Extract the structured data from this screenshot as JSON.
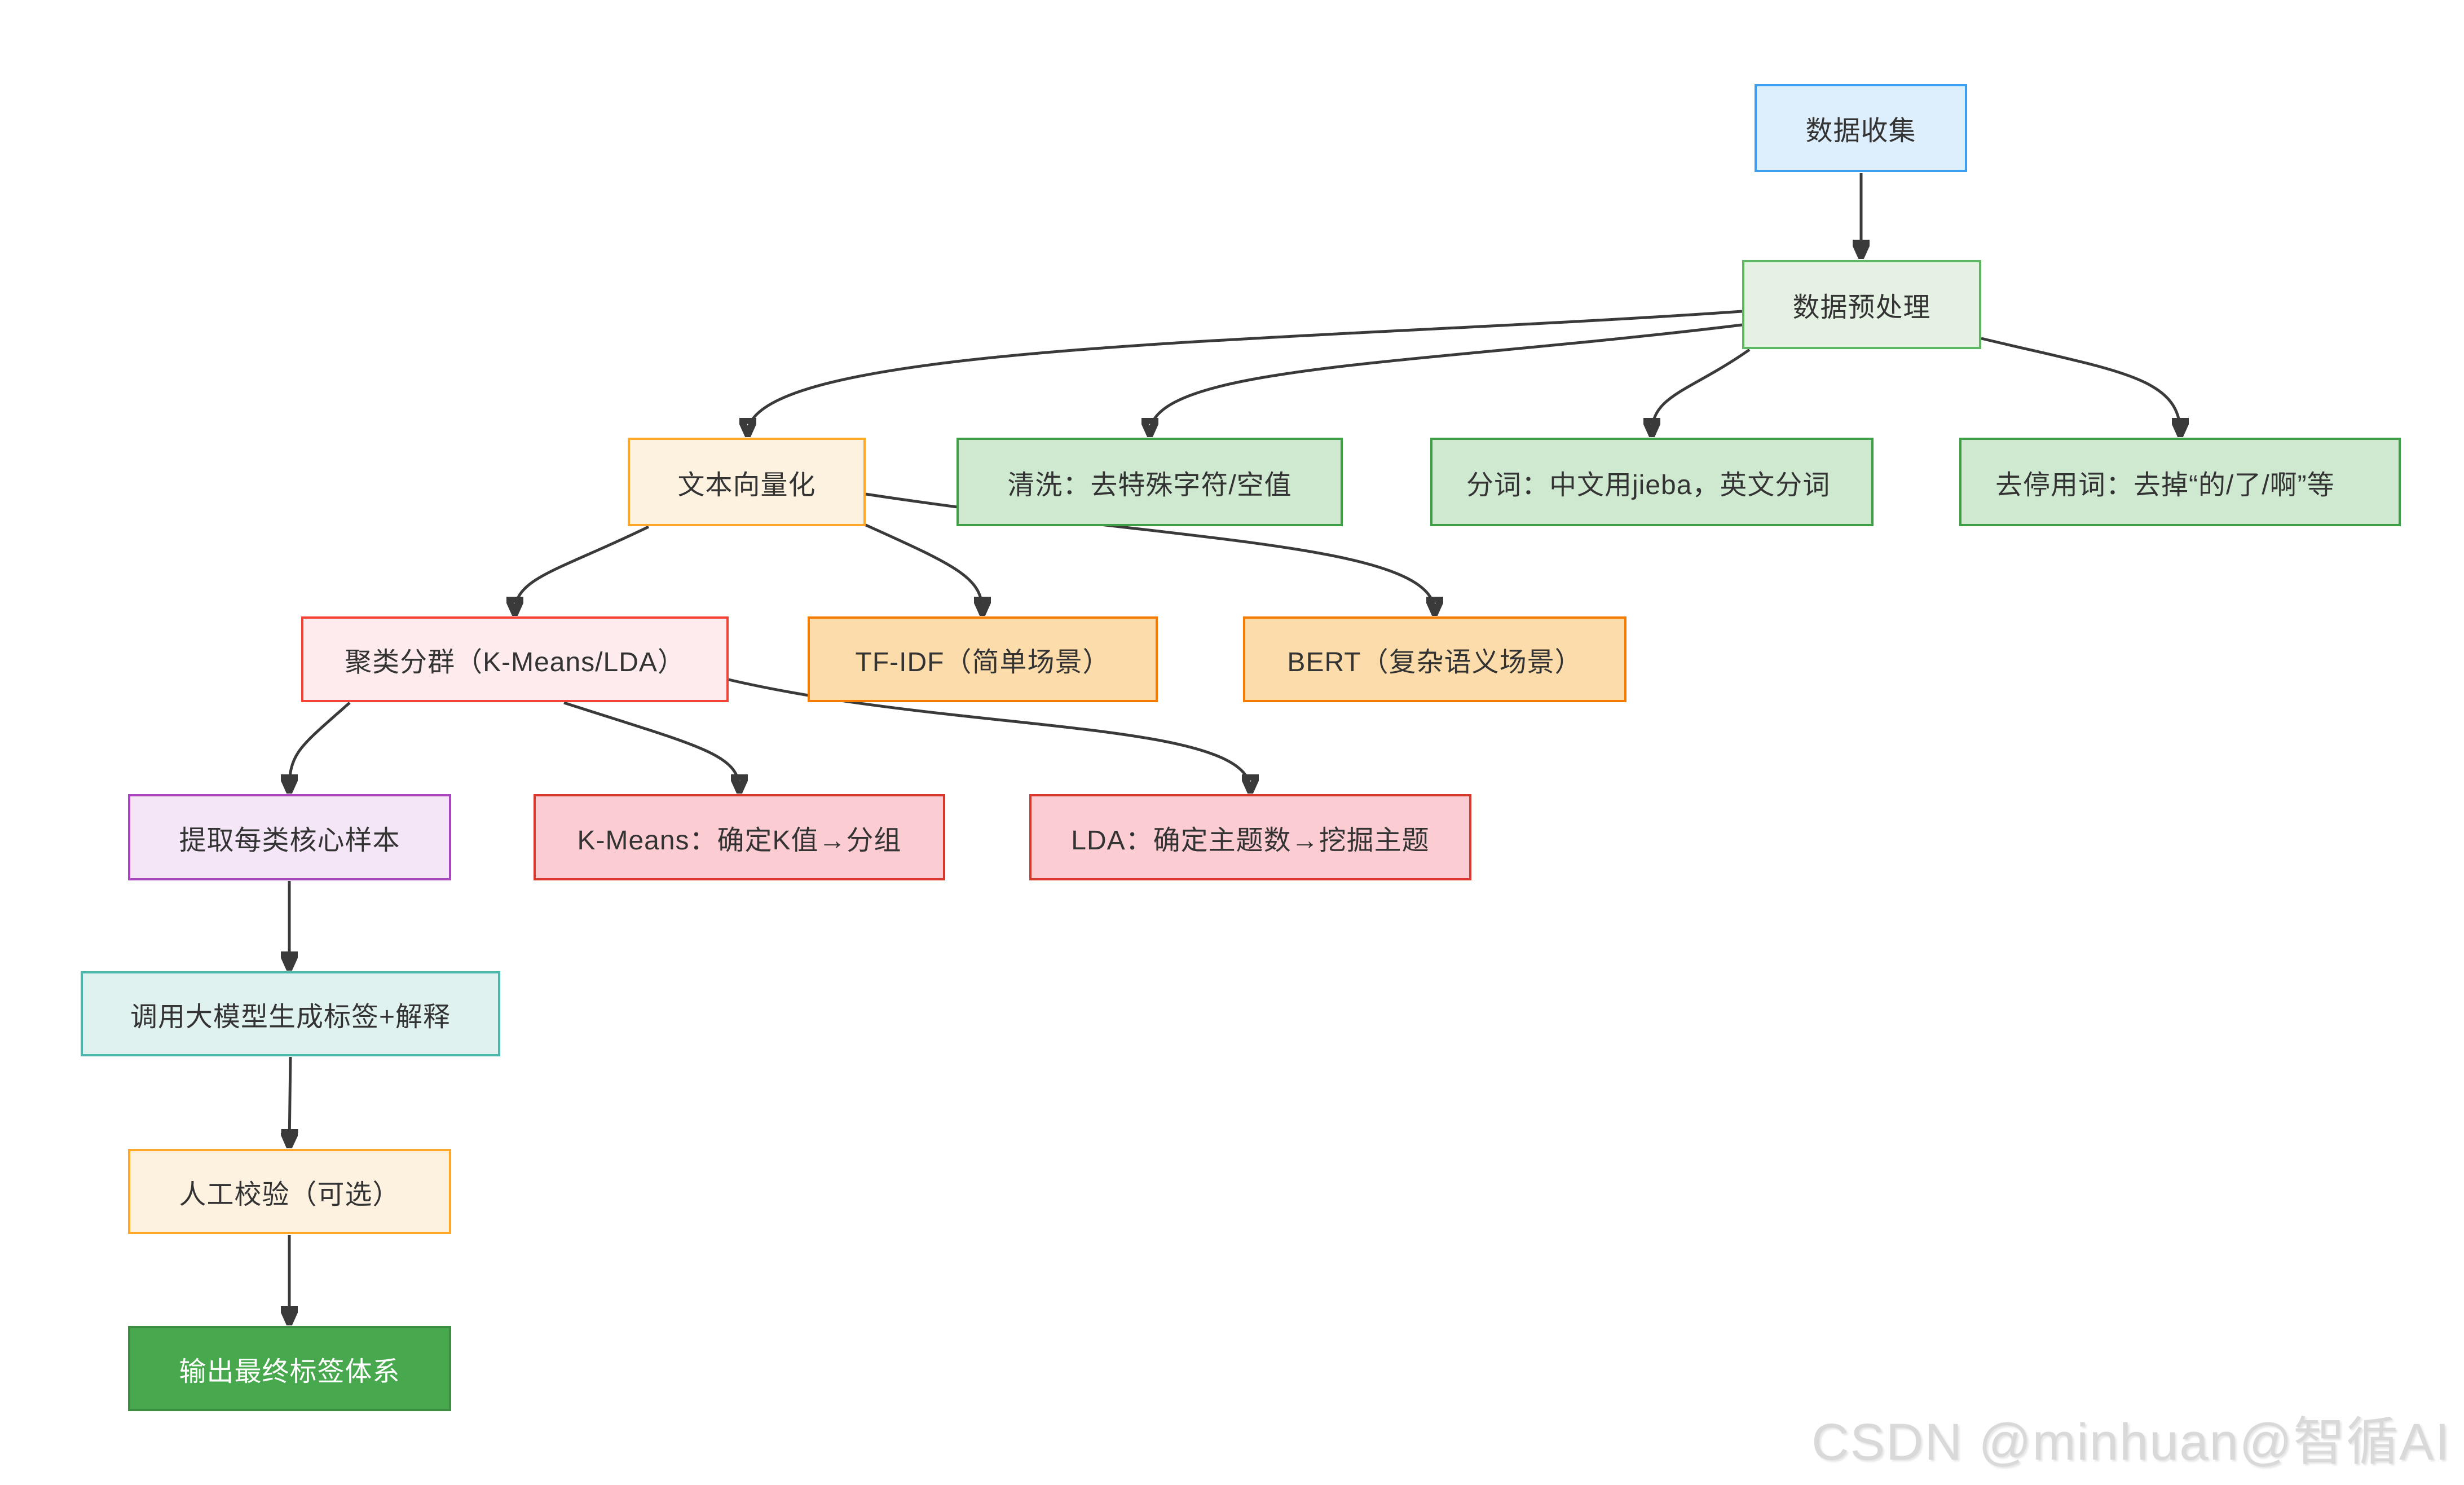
{
  "diagram": {
    "title_implicit": "文本标签体系构建流程图",
    "nodes": [
      {
        "id": "data-collection",
        "label": "数据收集",
        "style": "blue"
      },
      {
        "id": "data-preprocessing",
        "label": "数据预处理",
        "style": "green-light"
      },
      {
        "id": "text-vectorization",
        "label": "文本向量化",
        "style": "cream"
      },
      {
        "id": "cleaning",
        "label": "清洗：去特殊字符/空值",
        "style": "green-mid"
      },
      {
        "id": "tokenization",
        "label": "分词：中文用jieba，英文分词",
        "style": "green-mid"
      },
      {
        "id": "stopword-removal",
        "label": "去停用词：去掉“的/了/啊”等",
        "style": "green-mid"
      },
      {
        "id": "clustering",
        "label": "聚类分群（K-Means/LDA）",
        "style": "pink-light"
      },
      {
        "id": "tfidf",
        "label": "TF-IDF（简单场景）",
        "style": "orange"
      },
      {
        "id": "bert",
        "label": "BERT（复杂语义场景）",
        "style": "orange"
      },
      {
        "id": "extract-core-samples",
        "label": "提取每类核心样本",
        "style": "purple"
      },
      {
        "id": "kmeans",
        "label": "K-Means：确定K值→分组",
        "style": "pink"
      },
      {
        "id": "lda",
        "label": "LDA：确定主题数→挖掘主题",
        "style": "pink"
      },
      {
        "id": "llm-labeling",
        "label": "调用大模型生成标签+解释",
        "style": "teal"
      },
      {
        "id": "manual-review",
        "label": "人工校验（可选）",
        "style": "cream"
      },
      {
        "id": "final-output",
        "label": "输出最终标签体系",
        "style": "green-solid"
      }
    ],
    "edges": [
      {
        "from": "data-collection",
        "to": "data-preprocessing"
      },
      {
        "from": "data-preprocessing",
        "to": "text-vectorization"
      },
      {
        "from": "data-preprocessing",
        "to": "cleaning"
      },
      {
        "from": "data-preprocessing",
        "to": "tokenization"
      },
      {
        "from": "data-preprocessing",
        "to": "stopword-removal"
      },
      {
        "from": "text-vectorization",
        "to": "clustering"
      },
      {
        "from": "text-vectorization",
        "to": "tfidf"
      },
      {
        "from": "text-vectorization",
        "to": "bert"
      },
      {
        "from": "clustering",
        "to": "extract-core-samples"
      },
      {
        "from": "clustering",
        "to": "kmeans"
      },
      {
        "from": "clustering",
        "to": "lda"
      },
      {
        "from": "extract-core-samples",
        "to": "llm-labeling"
      },
      {
        "from": "llm-labeling",
        "to": "manual-review"
      },
      {
        "from": "manual-review",
        "to": "final-output"
      }
    ],
    "colors": {
      "blue_fill": "#ddeefc",
      "blue_border": "#3d9fee",
      "green_light_fill": "#e4f1e3",
      "green_light_border": "#5eb763",
      "green_mid_fill": "#cfe8d0",
      "green_mid_border": "#3f9f46",
      "cream_fill": "#fdf2df",
      "cream_border": "#ffa726",
      "orange_fill": "#fbdcaa",
      "orange_border": "#f57c00",
      "pink_light_fill": "#fdebed",
      "pink_light_border": "#f44336",
      "pink_fill": "#fbccd2",
      "pink_border": "#d9382e",
      "purple_fill": "#f4e6f6",
      "purple_border": "#aa46bf",
      "teal_fill": "#e0f2f0",
      "teal_border": "#4cb8ab",
      "green_solid_fill": "#47a84d",
      "green_solid_border": "#3c8f41",
      "arrow": "#3a3a3a",
      "text": "#333333"
    }
  },
  "watermark": {
    "text": "CSDN @minhuan@智循AI"
  }
}
